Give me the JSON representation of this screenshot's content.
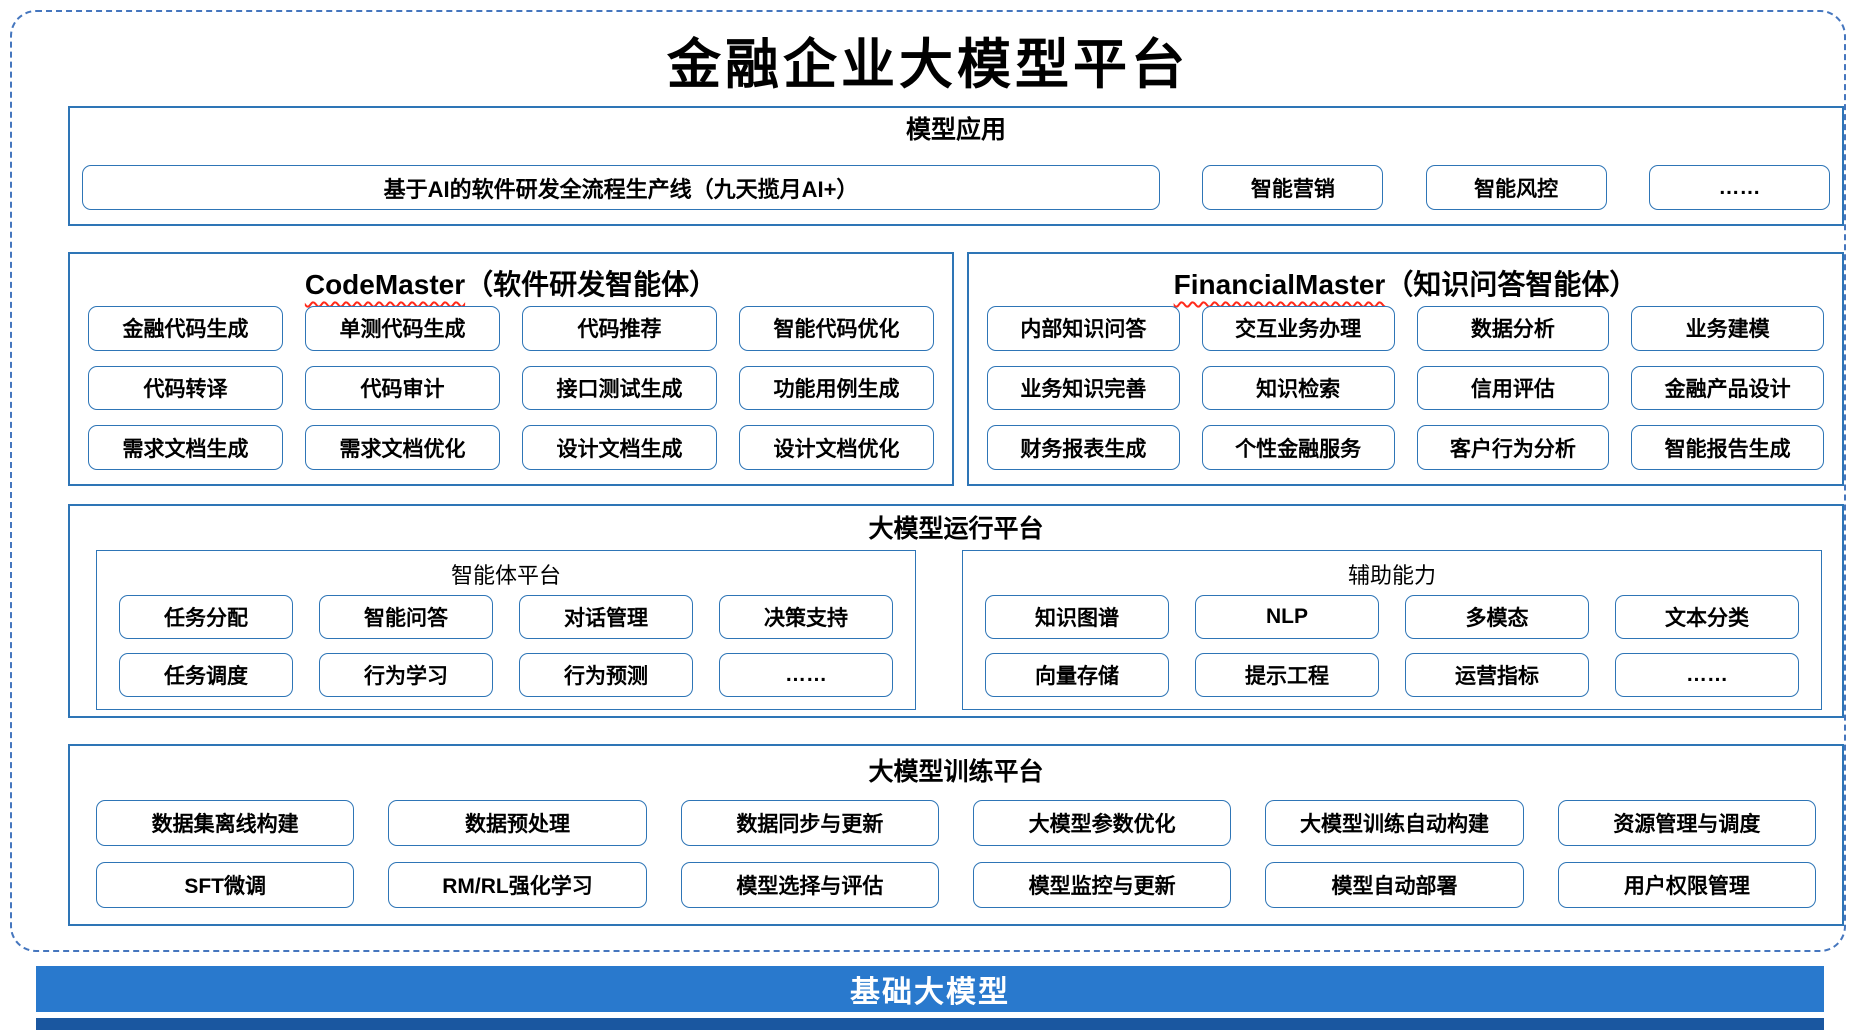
{
  "title": "金融企业大模型平台",
  "model_app": {
    "header": "模型应用",
    "main_item": "基于AI的软件研发全流程生产线（九天揽月AI+）",
    "items": [
      "智能营销",
      "智能风控",
      "……"
    ]
  },
  "agents": [
    {
      "name_en": "CodeMaster",
      "name_cn": "（软件研发智能体）",
      "items": [
        "金融代码生成",
        "单测代码生成",
        "代码推荐",
        "智能代码优化",
        "代码转译",
        "代码审计",
        "接口测试生成",
        "功能用例生成",
        "需求文档生成",
        "需求文档优化",
        "设计文档生成",
        "设计文档优化"
      ]
    },
    {
      "name_en": "FinancialMaster",
      "name_cn": "（知识问答智能体）",
      "items": [
        "内部知识问答",
        "交互业务办理",
        "数据分析",
        "业务建模",
        "业务知识完善",
        "知识检索",
        "信用评估",
        "金融产品设计",
        "财务报表生成",
        "个性金融服务",
        "客户行为分析",
        "智能报告生成"
      ]
    }
  ],
  "runtime": {
    "header": "大模型运行平台",
    "panels": [
      {
        "title": "智能体平台",
        "items": [
          "任务分配",
          "智能问答",
          "对话管理",
          "决策支持",
          "任务调度",
          "行为学习",
          "行为预测",
          "……"
        ]
      },
      {
        "title": "辅助能力",
        "items": [
          "知识图谱",
          "NLP",
          "多模态",
          "文本分类",
          "向量存储",
          "提示工程",
          "运营指标",
          "……"
        ]
      }
    ]
  },
  "training": {
    "header": "大模型训练平台",
    "items": [
      "数据集离线构建",
      "数据预处理",
      "数据同步与更新",
      "大模型参数优化",
      "大模型训练自动构建",
      "资源管理与调度",
      "SFT微调",
      "RM/RL强化学习",
      "模型选择与评估",
      "模型监控与更新",
      "模型自动部署",
      "用户权限管理"
    ]
  },
  "base_model": {
    "label": "基础大模型"
  },
  "colors": {
    "box_border": "#2e75b6",
    "dashed_border": "#4576be",
    "base_bar": "#2979cd",
    "base_bar_dark": "#1a57a0",
    "squiggle": "#ff2a1a"
  }
}
